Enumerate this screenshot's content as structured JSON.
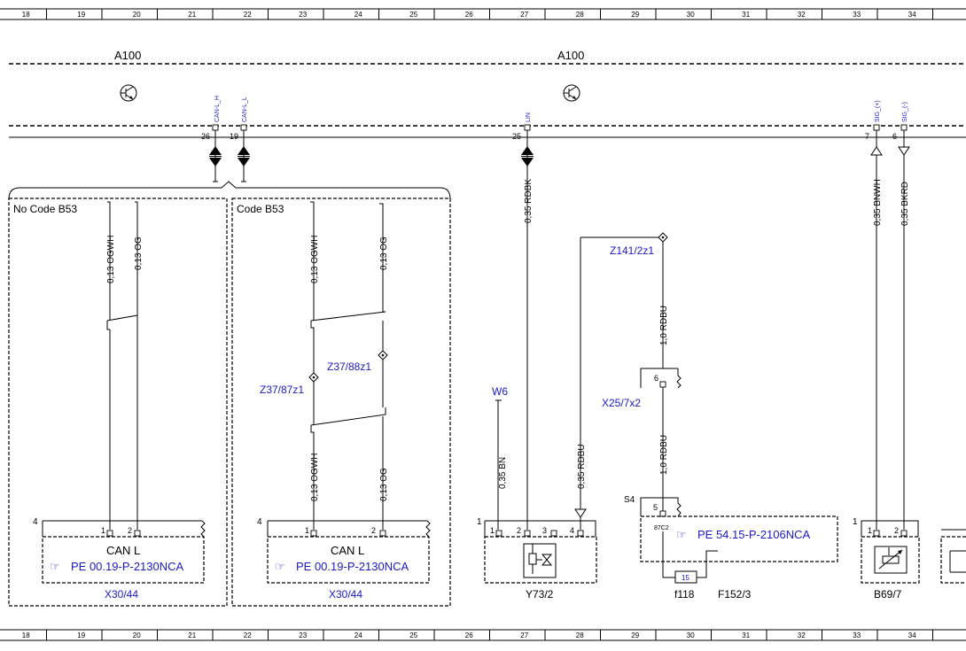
{
  "grid": {
    "columns": [
      "18",
      "19",
      "20",
      "21",
      "22",
      "23",
      "24",
      "25",
      "26",
      "27",
      "28",
      "29",
      "30",
      "31",
      "32",
      "33",
      "34"
    ]
  },
  "modules": [
    {
      "id": "a100_left",
      "label": "A100"
    },
    {
      "id": "a100_right",
      "label": "A100"
    }
  ],
  "pins": [
    {
      "id": "p26",
      "number": "26",
      "signal": "CAN-L_H"
    },
    {
      "id": "p19",
      "number": "19",
      "signal": "CAN-L_L"
    },
    {
      "id": "p25",
      "number": "25",
      "signal": "LIN"
    },
    {
      "id": "p7",
      "number": "7",
      "signal": "SIG_(+)"
    },
    {
      "id": "p6",
      "number": "6",
      "signal": "SIG_(-)"
    }
  ],
  "wires": {
    "lin": "0,35 RDBK",
    "nc_ogwh": "0,13 OGWH",
    "nc_og": "0,13 OG",
    "c_ogwh_top": "0,13 OGWH",
    "c_og_top": "0,13 OG",
    "c_ogwh_bot": "0,13 OGWH",
    "c_og_bot": "0,13 OG",
    "w6_bn": "0,35 BN",
    "rdbu_035": "0,35 RDBU",
    "rdbu_10_top": "1,0 RDBU",
    "rdbu_10_bot": "1,0 RDBU",
    "bnwh": "0,35 BNWH",
    "bkrd": "0,35 BKRD"
  },
  "groups": {
    "no_code": "No Code B53",
    "code": "Code B53"
  },
  "splices": {
    "z37_87": "Z37/87z1",
    "z37_88": "Z37/88z1",
    "z141": "Z141/2z1"
  },
  "connectors": {
    "nc_label": "CAN L",
    "nc_ref": "PE 00.19-P-2130NCA",
    "nc_name": "X30/44",
    "nc_pin_count": "4",
    "nc_pin1": "1",
    "nc_pin2": "2",
    "c_label": "CAN L",
    "c_ref": "PE 00.19-P-2130NCA",
    "c_name": "X30/44",
    "c_pin_count": "4",
    "c_pin1": "1",
    "c_pin2": "2",
    "y73_name": "Y73/2",
    "y73_pin_count": "1",
    "y73_pins": [
      "1",
      "2",
      "3",
      "4"
    ],
    "w6": "W6",
    "x25": "X25/7x2",
    "x25_pin": "6",
    "s4": "S4",
    "f152_ref": "PE 54.15-P-2106NCA",
    "f152_pin": "5",
    "f152_pin_label": "87C2",
    "f118": "f118",
    "f118_rating": "15",
    "f152_name": "F152/3",
    "b69_name": "B69/7",
    "b69_pin_count": "1",
    "b69_pin1": "1",
    "b69_pin2": "2"
  }
}
